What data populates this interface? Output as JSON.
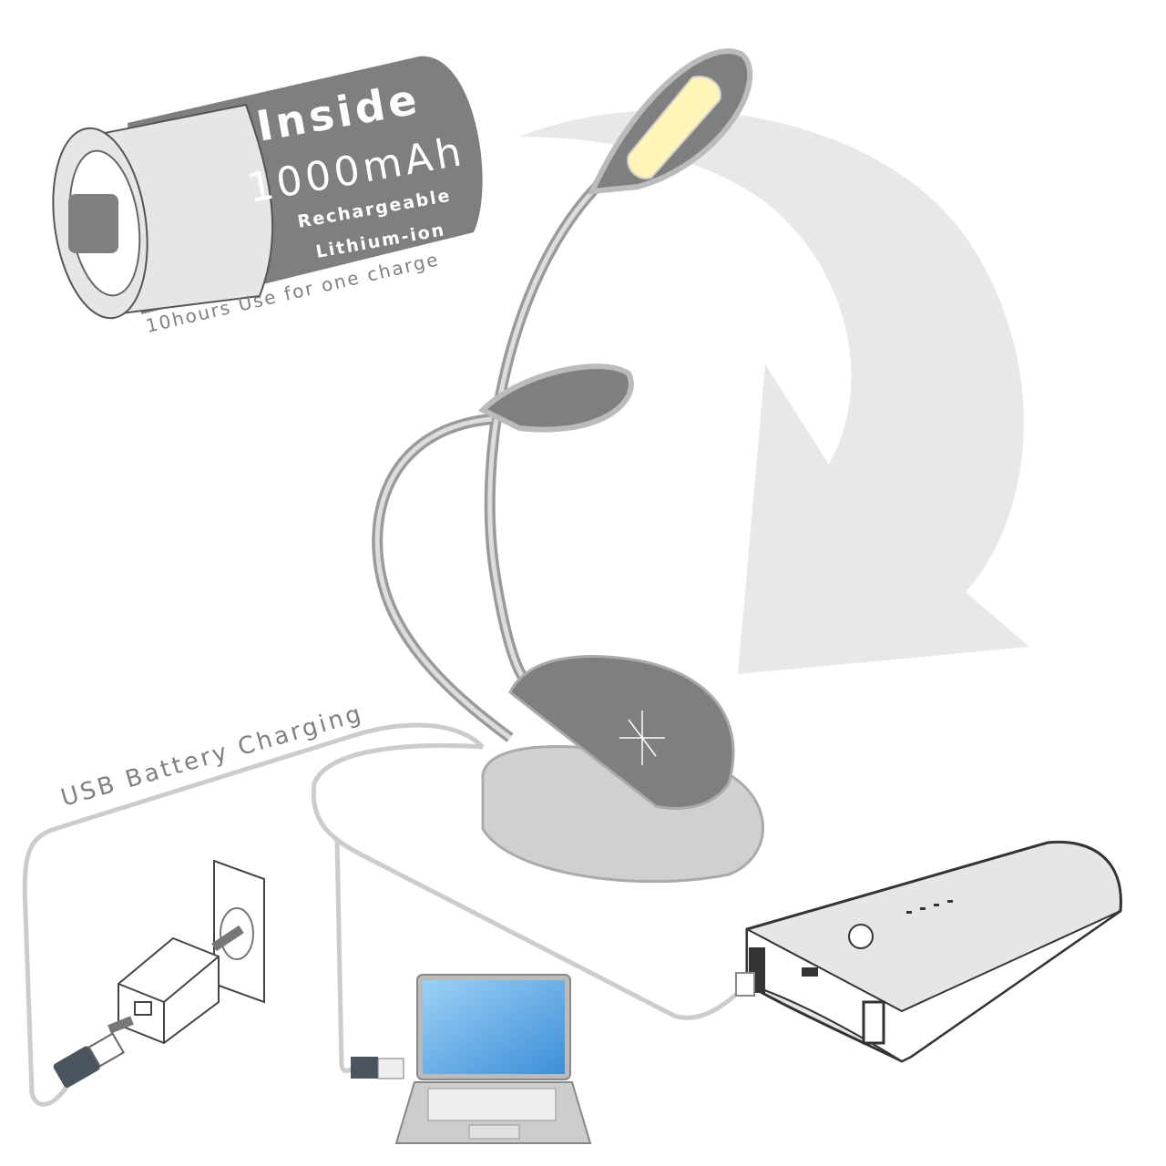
{
  "battery": {
    "title": "Inside",
    "capacity": "1000mAh",
    "type_line1": "Rechargeable",
    "type_line2": "Lithium-ion",
    "usage": "10hours Use for one charge"
  },
  "charging": {
    "label": "USB Battery Charging"
  },
  "icons": {
    "battery": "battery-icon",
    "lamp": "clip-lamp-illustration",
    "arrow": "curved-arrow-icon",
    "charger": "wall-charger-icon",
    "laptop": "laptop-icon",
    "power_bank": "power-bank-icon"
  },
  "colors": {
    "battery_body": "#7f7f7f",
    "battery_cap": "#e6e6e6",
    "led_panel": "#fff5b8",
    "arrow": "#e8e8e8",
    "laptop_screen": "#5aa9e8",
    "text_gray": "#808080"
  }
}
